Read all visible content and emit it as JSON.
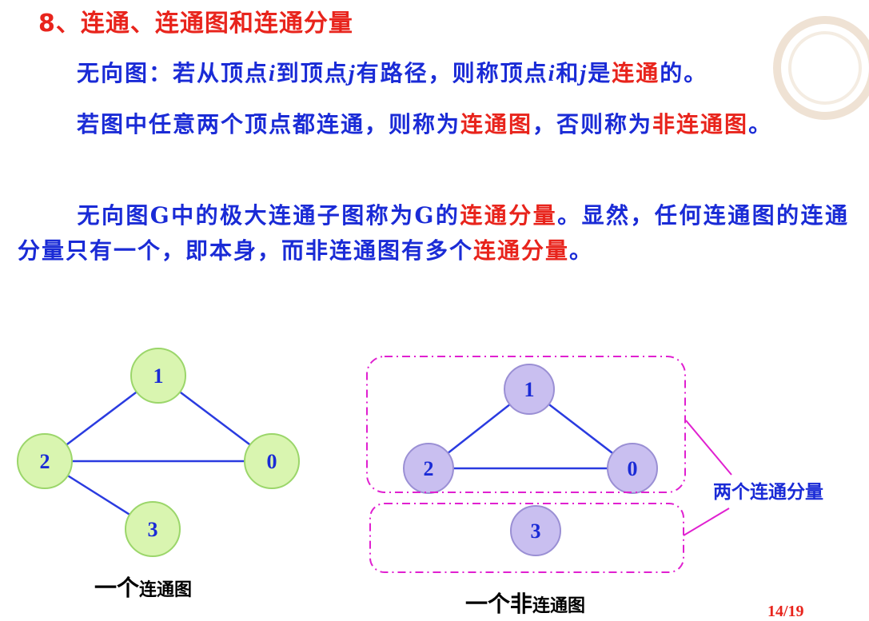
{
  "title": "8、连通、连通图和连通分量",
  "para1": {
    "t1": "无向图：若从顶点",
    "v1": "i",
    "t2": "到顶点",
    "v2": "j",
    "t3": "有路径，则称顶点",
    "v3": "i",
    "t4": "和",
    "v4": "j",
    "t5": "是",
    "hl1": "连通",
    "t6": "的。"
  },
  "para2": {
    "t1": "若图中任意两个顶点都连通，则称为",
    "hl1": "连通图",
    "t2": "，否则称为",
    "hl2": "非连通图",
    "t3": "。"
  },
  "para3": {
    "t1": "无向图G中的极大连通子图称为G的",
    "hl1": "连通分量",
    "t2": "。显然，任何连通图的连通分量只有一个，即本身，而非连通图有多个",
    "hl2": "连通分量",
    "t3": "。"
  },
  "graph1": {
    "nodes": [
      {
        "id": "1",
        "label": "1"
      },
      {
        "id": "2",
        "label": "2"
      },
      {
        "id": "0",
        "label": "0"
      },
      {
        "id": "3",
        "label": "3"
      }
    ],
    "edges": [
      [
        "1",
        "2"
      ],
      [
        "1",
        "0"
      ],
      [
        "2",
        "0"
      ],
      [
        "2",
        "3"
      ]
    ],
    "node_fill": "#d9f5b0",
    "node_stroke": "#9bd66a",
    "caption_big": "一个",
    "caption_small": "连通图"
  },
  "graph2": {
    "nodes": [
      {
        "id": "1",
        "label": "1"
      },
      {
        "id": "2",
        "label": "2"
      },
      {
        "id": "0",
        "label": "0"
      },
      {
        "id": "3",
        "label": "3"
      }
    ],
    "edges": [
      [
        "1",
        "2"
      ],
      [
        "1",
        "0"
      ],
      [
        "2",
        "0"
      ]
    ],
    "node_fill": "#c9bff0",
    "node_stroke": "#9a8fd4",
    "caption_big": "一个非",
    "caption_small": "连通图",
    "component_label": "两个连通分量"
  },
  "colors": {
    "text_blue": "#1a2bd6",
    "highlight_red": "#e8241c",
    "edge_blue": "#2a3be0",
    "dash_magenta": "#e020d0"
  },
  "page_number": "14/19"
}
